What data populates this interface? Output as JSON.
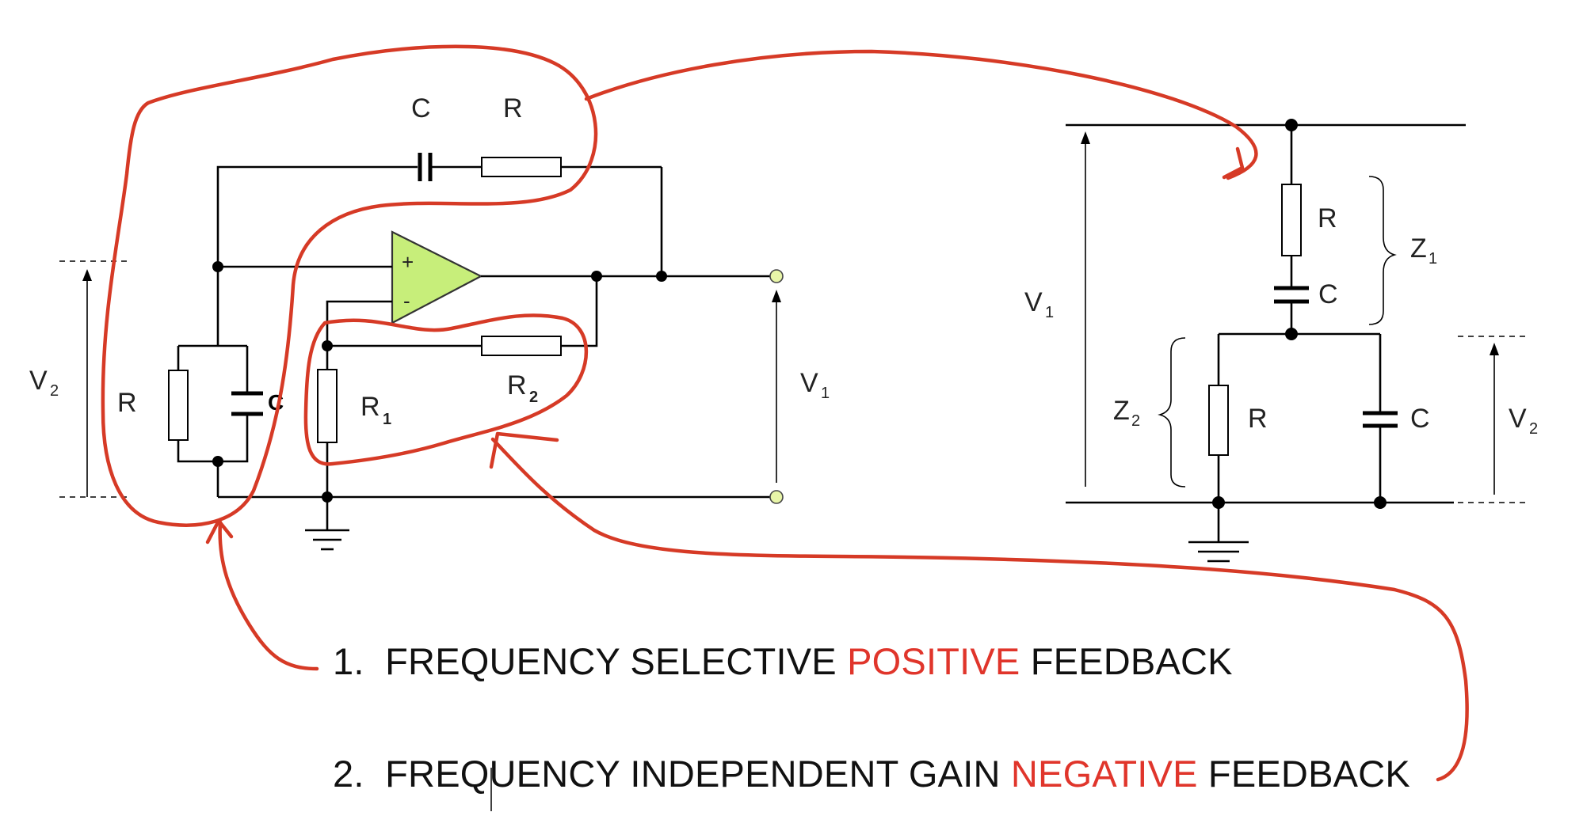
{
  "left_circuit": {
    "top_cap_label": "C",
    "top_res_label": "R",
    "plus_sign": "+",
    "minus_sign": "-",
    "v2_label": "V",
    "v2_sub": "2",
    "v1_label": "V",
    "v1_sub": "1",
    "shunt_res_label": "R",
    "shunt_cap_label": "C",
    "r1_label": "R",
    "r1_sub": "1",
    "r2_label": "R",
    "r2_sub": "2"
  },
  "right_circuit": {
    "v1_label": "V",
    "v1_sub": "1",
    "series_res_label": "R",
    "series_cap_label": "C",
    "z1_label": "Z",
    "z1_sub": "1",
    "z2_label": "Z",
    "z2_sub": "2",
    "shunt_res_label": "R",
    "shunt_cap_label": "C",
    "v2_label": "V",
    "v2_sub": "2"
  },
  "notes": [
    {
      "number": "1.",
      "before": "FREQUENCY SELECTIVE ",
      "highlight": "POSITIVE",
      "after": " FEEDBACK"
    },
    {
      "number": "2.",
      "before": "FREQUENCY INDEPENDENT GAIN ",
      "highlight": "NEGATIVE",
      "after": " FEEDBACK"
    }
  ],
  "colors": {
    "annotation": "#d63a26",
    "highlight": "#e0352b",
    "opamp": "#c7ee7a",
    "terminal": "#e8f5a8"
  }
}
